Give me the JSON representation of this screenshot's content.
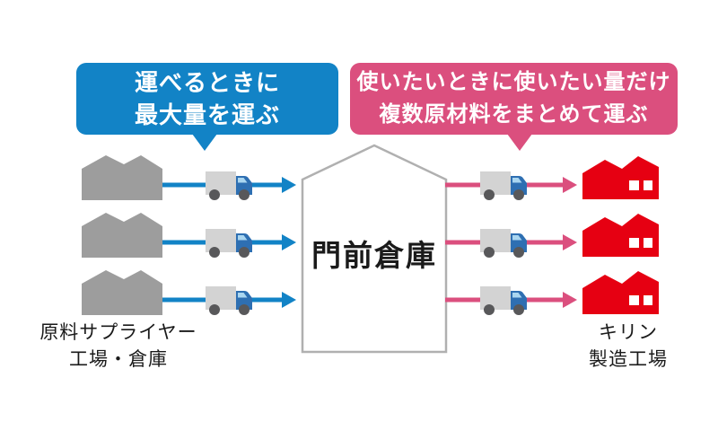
{
  "colors": {
    "blue": "#1283c6",
    "pink": "#db4f7e",
    "red": "#e60012",
    "gray": "#9d9d9d",
    "truck_body": "#d3d3d3",
    "truck_cab": "#2e6fb2",
    "truck_window": "#aad6f0",
    "wheel": "#58585a",
    "warehouse_border": "#b0b0b0",
    "text": "#1a1a1a"
  },
  "bubbles": {
    "blue": {
      "line1": "運べるときに",
      "line2": "最大量を運ぶ"
    },
    "pink": {
      "line1": "使いたいときに使いたい量だけ",
      "line2": "複数原材料をまとめて運ぶ"
    }
  },
  "warehouse": {
    "label": "門前倉庫"
  },
  "captions": {
    "left": {
      "line1": "原料サプライヤー",
      "line2": "工場・倉庫"
    },
    "right": {
      "line1": "キリン",
      "line2": "製造工場"
    }
  },
  "icons": {
    "supplier_factory": "gray-factory-icon",
    "kirin_factory": "red-factory-icon",
    "truck": "delivery-truck-icon",
    "warehouse": "warehouse-building-shape",
    "inbound_arrow": "blue-right-arrow",
    "outbound_arrow": "pink-right-arrow"
  },
  "structure": {
    "supplier_count": 3,
    "kirin_plant_count": 3,
    "inbound_truck_count": 3,
    "outbound_truck_count": 3
  }
}
